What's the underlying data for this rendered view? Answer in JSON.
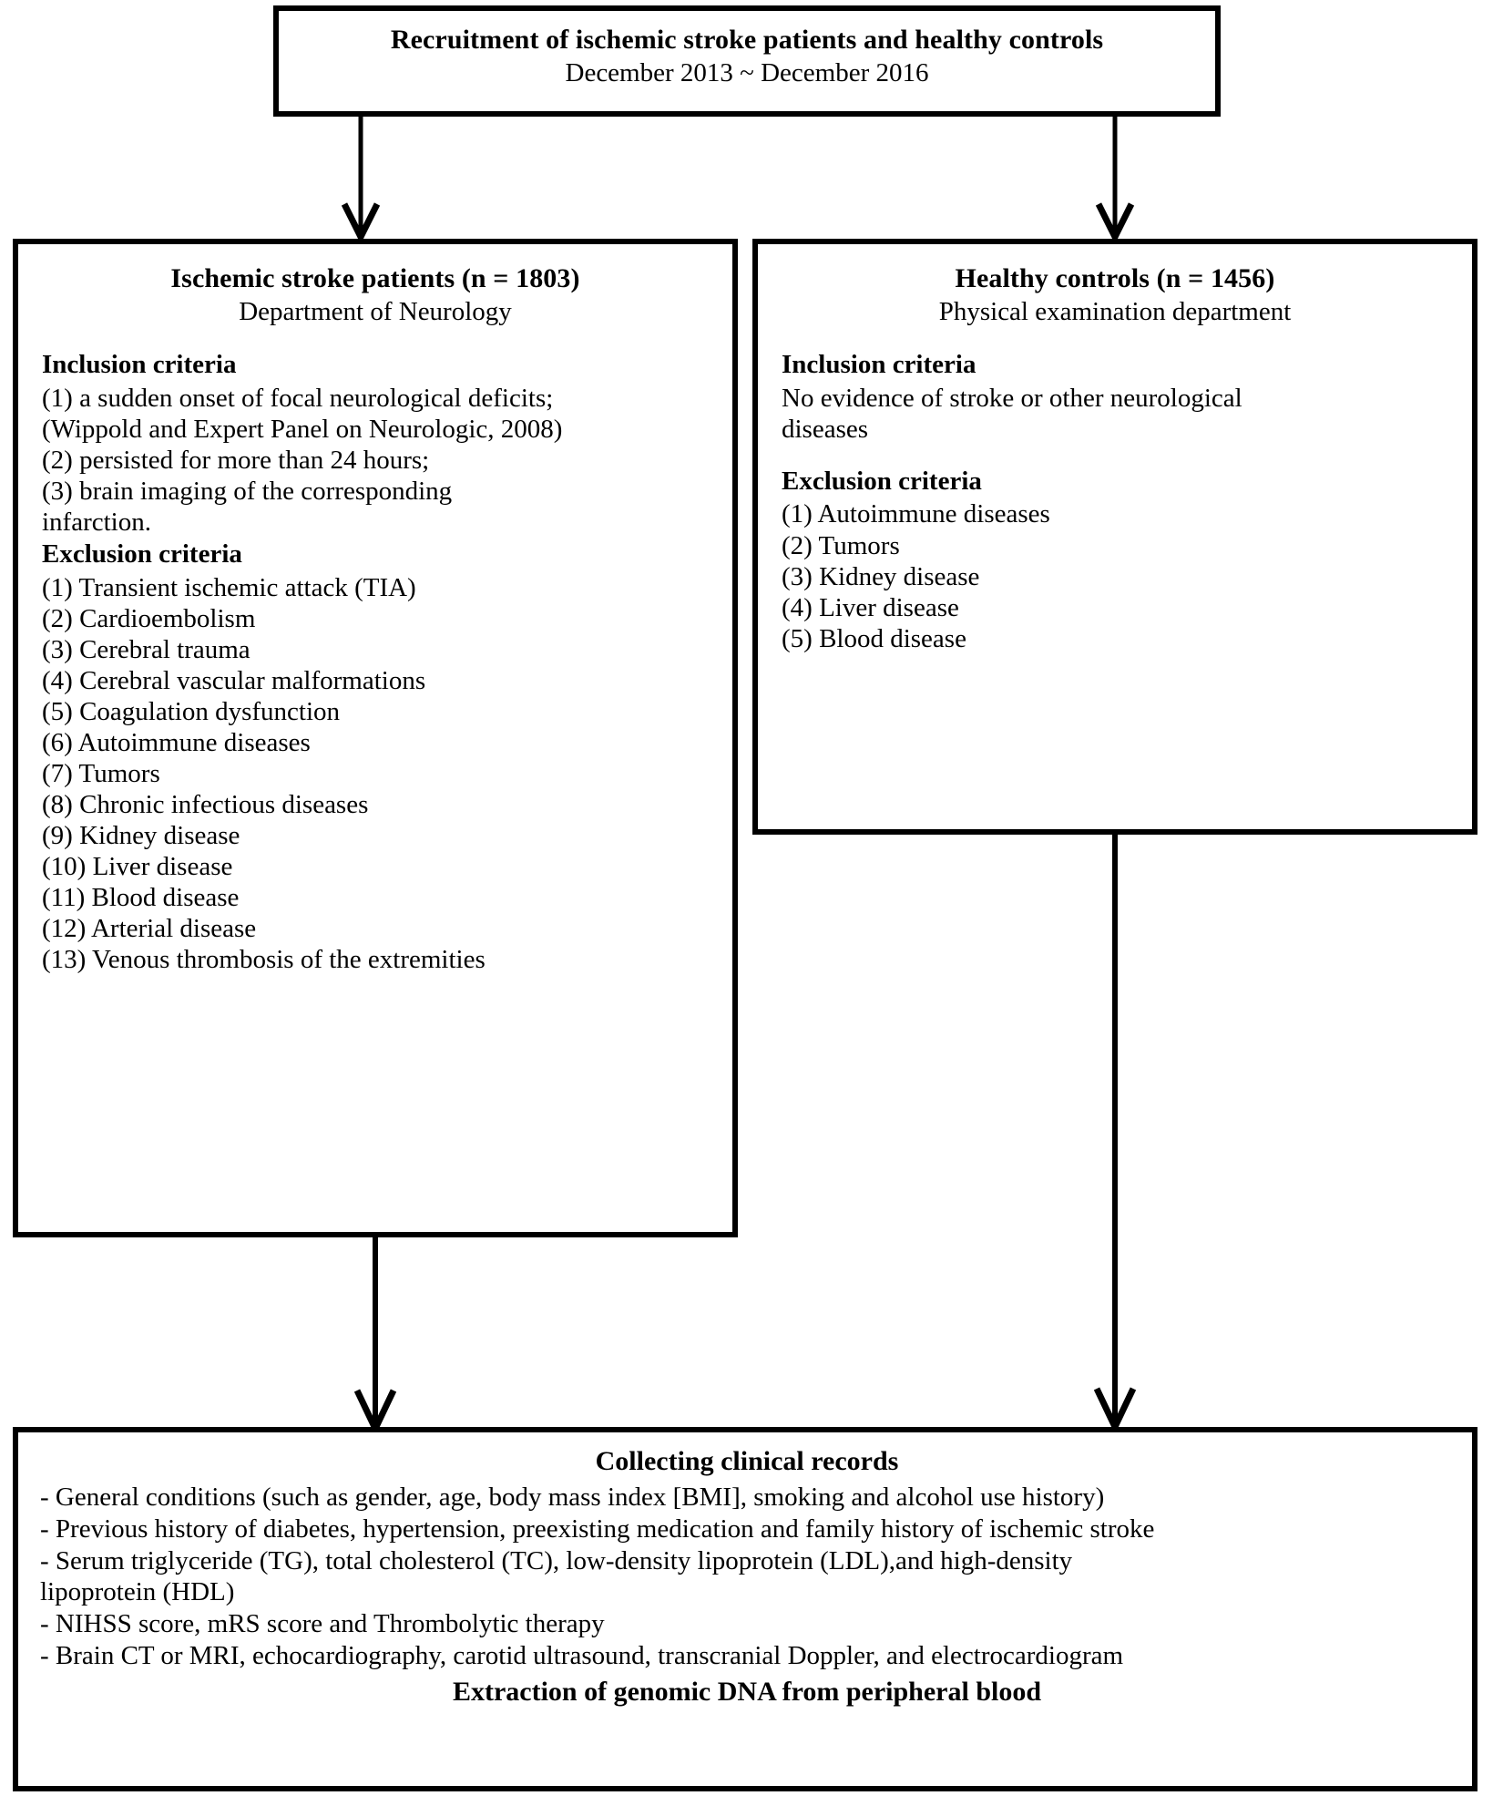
{
  "figure": {
    "type": "flowchart",
    "orientation": "top-down",
    "stroke_color": "#000000",
    "background_color": "#ffffff"
  },
  "top_box": {
    "title": "Recruitment of ischemic stroke patients and healthy controls",
    "period": "December 2013 ~ December 2016"
  },
  "left_box": {
    "heading": "Ischemic stroke patients (n = 1803)",
    "subheading": "Department of Neurology",
    "inclusion_label": "Inclusion  criteria",
    "inclusion_items": [
      "(1) a sudden onset of focal neurological deficits;",
      "(Wippold and Expert Panel on Neurologic, 2008)",
      "(2) persisted for more than 24 hours;",
      "(3) brain imaging of the corresponding",
      "infarction."
    ],
    "exclusion_label": "Exclusion criteria",
    "exclusion_items": [
      "(1) Transient ischemic attack (TIA)",
      "(2) Cardioembolism",
      "(3) Cerebral trauma",
      "(4) Cerebral vascular malformations",
      "(5) Coagulation dysfunction",
      "(6) Autoimmune diseases",
      "(7) Tumors",
      "(8) Chronic infectious diseases",
      "(9) Kidney disease",
      "(10) Liver disease",
      "(11) Blood disease",
      "(12) Arterial disease",
      "(13) Venous thrombosis of the extremities"
    ]
  },
  "right_box": {
    "heading": "Healthy controls  (n = 1456)",
    "subheading": "Physical examination department",
    "inclusion_label": "Inclusion  criteria",
    "inclusion_items": [
      "No evidence of stroke or other neurological",
      "diseases"
    ],
    "exclusion_label": "Exclusion criteria",
    "exclusion_items": [
      "(1) Autoimmune diseases",
      "(2) Tumors",
      "(3) Kidney disease",
      "(4) Liver disease",
      "(5) Blood disease"
    ]
  },
  "bottom_box": {
    "title": "Collecting clinical records",
    "items": [
      "- General conditions (such as gender, age, body mass index [BMI], smoking and alcohol use history)",
      "- Previous history of diabetes, hypertension, preexisting medication and family history of ischemic stroke",
      "- Serum triglyceride (TG), total cholesterol (TC), low-density lipoprotein (LDL),and high-density",
      "lipoprotein (HDL)",
      "- NIHSS score, mRS score and Thrombolytic therapy",
      "- Brain CT or MRI, echocardiography, carotid ultrasound, transcranial Doppler, and electrocardiogram"
    ],
    "footer": "Extraction of genomic DNA from peripheral blood"
  },
  "connectors": [
    {
      "name": "top-to-left",
      "from": "top_box",
      "to": "left_box"
    },
    {
      "name": "top-to-right",
      "from": "top_box",
      "to": "right_box"
    },
    {
      "name": "left-to-bottom",
      "from": "left_box",
      "to": "bottom_box"
    },
    {
      "name": "right-to-bottom",
      "from": "right_box",
      "to": "bottom_box"
    }
  ]
}
